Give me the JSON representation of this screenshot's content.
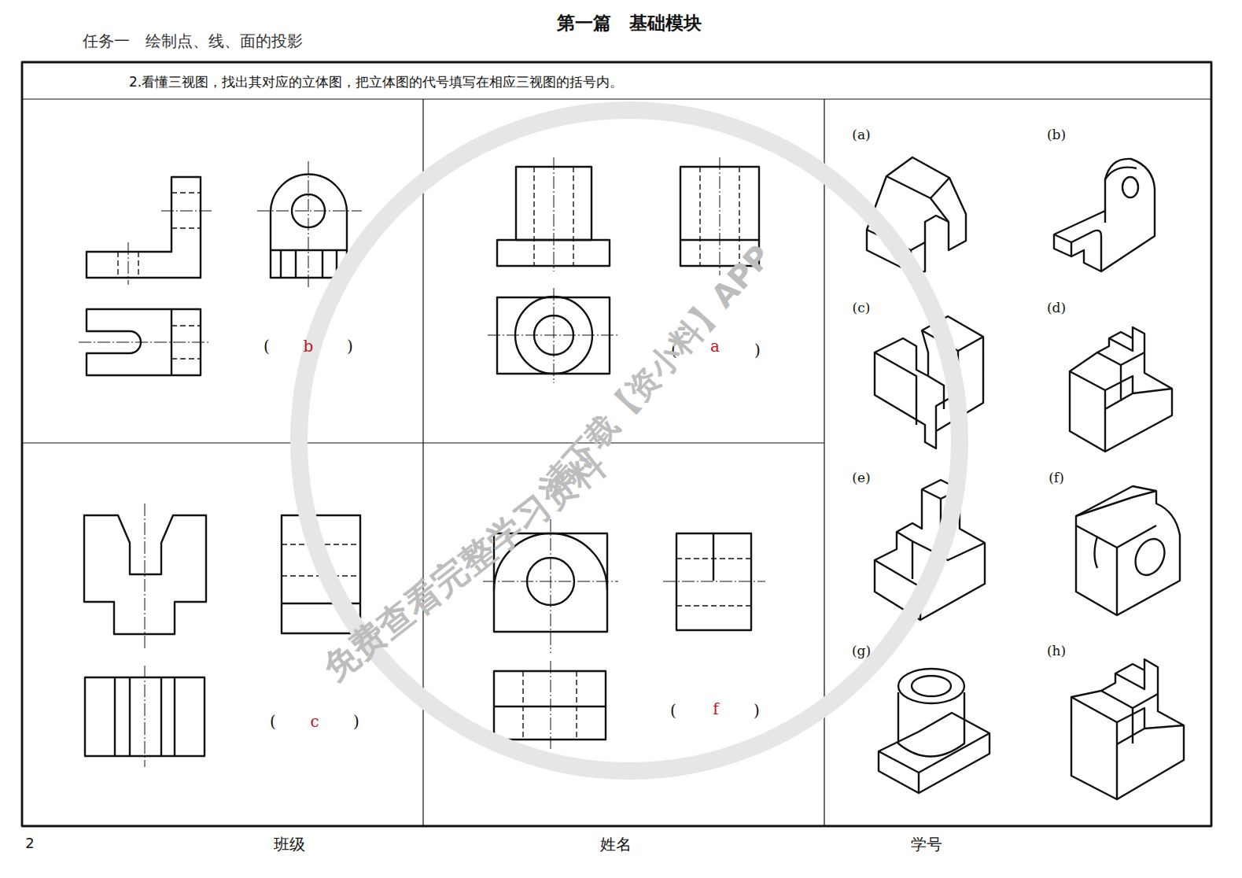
{
  "diagram": {
    "title": "第一篇　基础模块",
    "labels": [
      "任务一　绘制点、线、面的投影",
      "2.看懂三视图，找出其对应的立体图，把立体图的代号填写在相应三视图的括号内。",
      "(",
      "b",
      ")",
      "(",
      "a",
      ")",
      "(",
      "c",
      ")",
      "(",
      "f",
      ")",
      "(a)",
      "(b)",
      "(c)",
      "(d)",
      "(e)",
      "(f)",
      "(g)",
      "(h)",
      "2",
      "班级",
      "姓名",
      "学号",
      "免费查看完整学习资料",
      "请下载【资小料】APP"
    ]
  }
}
